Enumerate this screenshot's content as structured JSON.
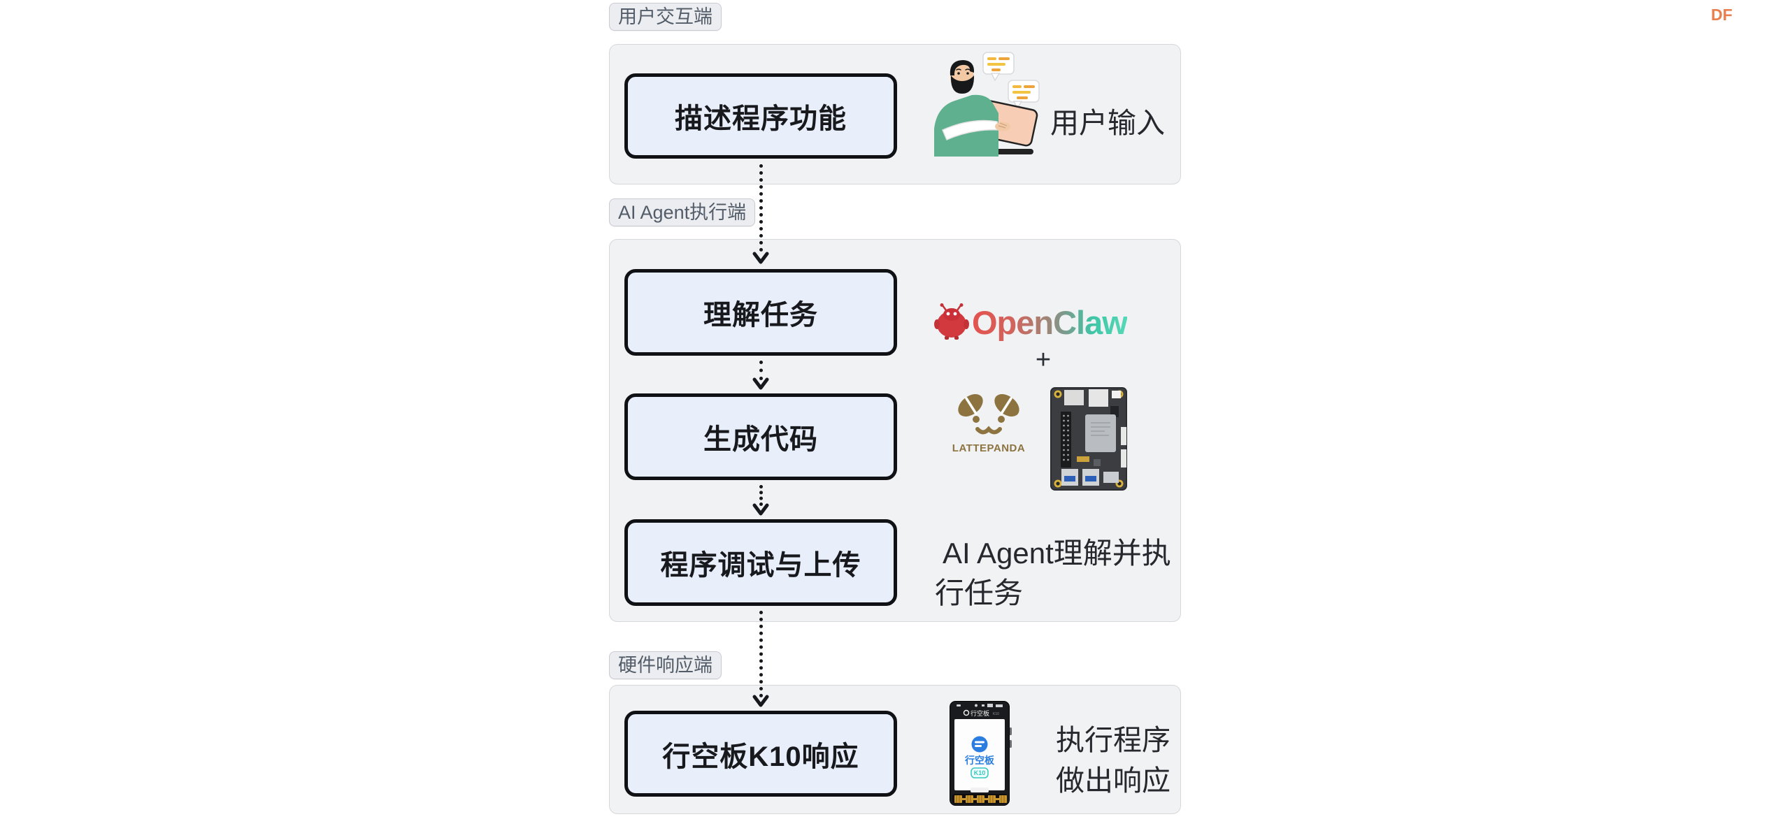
{
  "watermark": "DF",
  "labels": {
    "user": "用户交互端",
    "agent": "AI Agent执行端",
    "hardware": "硬件响应端"
  },
  "flow": {
    "describe": "描述程序功能",
    "understand": "理解任务",
    "generate": "生成代码",
    "debug": "程序调试与上传",
    "k10_respond": "行空板K10响应"
  },
  "captions": {
    "user_input": "用户输入",
    "agent_line1": "AI Agent理解并执",
    "agent_line2": "行任务",
    "hw_line1": "执行程序",
    "hw_line2": "做出响应"
  },
  "logos": {
    "openclaw": "OpenClaw",
    "plus": "+",
    "lattepanda": "LATTEPANDA"
  },
  "device": {
    "topbar_brand": "行空板",
    "screen_brand": "行空板",
    "model": "K10"
  },
  "icons": {
    "openclaw_mascot": "red-robot-mascot-icon",
    "lattepanda_face": "coffee-bean-panda-logo",
    "board": "lattepanda-sbc-board-image",
    "person": "user-typing-on-laptop-illustration",
    "k10": "unihiker-k10-device-image",
    "arrows": "dotted-down-arrow"
  },
  "colors": {
    "openclaw_red": "#d2393e",
    "openclaw_teal": "#3fc6a7",
    "lattepanda_brown": "#8d7340",
    "k10_blue": "#2b7de0",
    "k10_teal": "#35c8c0",
    "df_orange": "#e87f4e",
    "flowbox_fill": "#e9eefb",
    "panel_fill": "#f1f2f4",
    "arrow_black": "#15181d"
  }
}
